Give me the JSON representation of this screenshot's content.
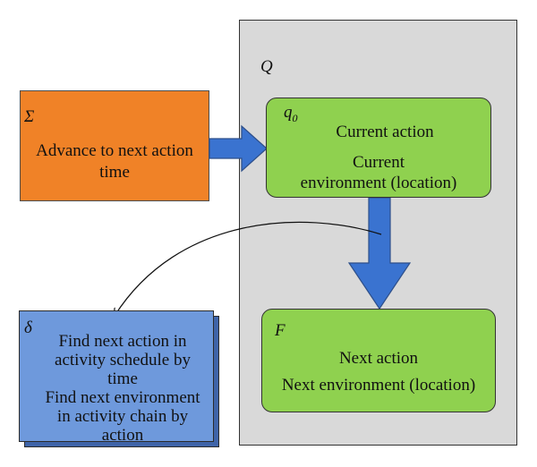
{
  "region_q": {
    "symbol": "Q"
  },
  "sigma": {
    "symbol": "Σ",
    "lines": [
      "Advance to next action",
      "time"
    ]
  },
  "q0": {
    "symbol": "q",
    "subscript": "0",
    "lines": [
      "Current action",
      "Current",
      "environment (location)"
    ]
  },
  "final": {
    "symbol": "F",
    "lines": [
      "Next action",
      "Next environment (location)"
    ]
  },
  "delta": {
    "symbol": "δ",
    "lines": [
      "Find next action in",
      "activity schedule by",
      "time",
      "Find next environment",
      "in activity chain by",
      "action"
    ]
  },
  "colors": {
    "sigma_fill": "#f08227",
    "state_fill": "#8fd14f",
    "delta_fill": "#6e99dc",
    "arrow_fill": "#3a73d0",
    "region_fill": "#d9d9d9"
  }
}
